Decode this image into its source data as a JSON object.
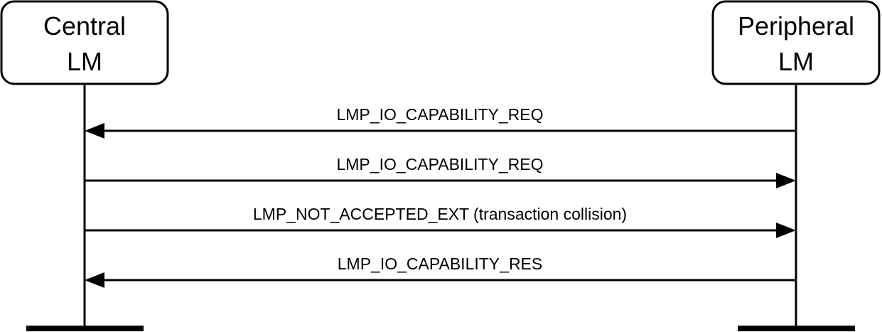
{
  "participants": {
    "central": {
      "line1": "Central",
      "line2": "LM"
    },
    "peripheral": {
      "line1": "Peripheral",
      "line2": "LM"
    }
  },
  "messages": [
    {
      "label": "LMP_IO_CAPABILITY_REQ",
      "direction": "peripheral-to-central"
    },
    {
      "label": "LMP_IO_CAPABILITY_REQ",
      "direction": "central-to-peripheral"
    },
    {
      "label": "LMP_NOT_ACCEPTED_EXT (transaction collision)",
      "direction": "central-to-peripheral"
    },
    {
      "label": "LMP_IO_CAPABILITY_RES",
      "direction": "peripheral-to-central"
    }
  ]
}
